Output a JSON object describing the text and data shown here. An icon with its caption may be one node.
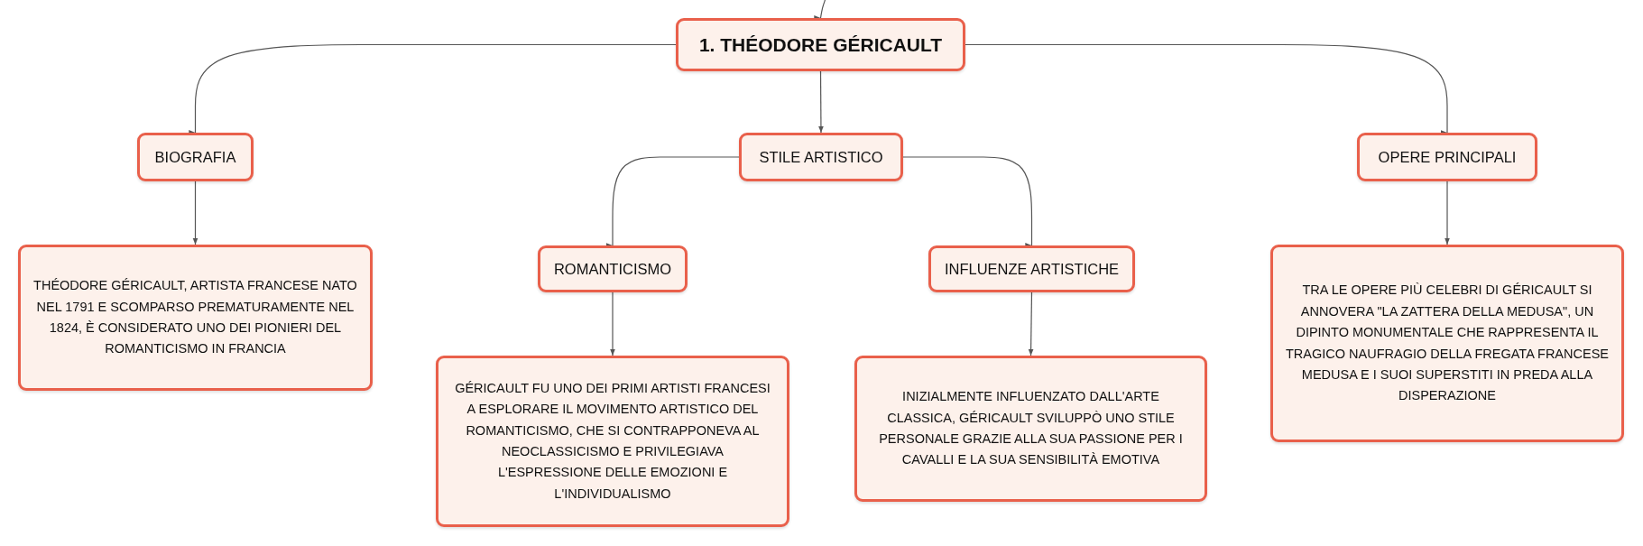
{
  "diagram": {
    "nodes": [
      {
        "text": [
          "1. THÉODORE GÉRICAULT"
        ]
      },
      {
        "text": [
          "BIOGRAFIA"
        ]
      },
      {
        "text": [
          "STILE ARTISTICO"
        ]
      },
      {
        "text": [
          "OPERE PRINCIPALI"
        ]
      },
      {
        "text": [
          "THÉODORE GÉRICAULT, ARTISTA FRANCESE NATO NEL 1791 E SCOMPARSO PREMATURAMENTE NEL 1824, È CONSIDERATO UNO DEI PIONIERI DEL ROMANTICISMO IN FRANCIA"
        ]
      },
      {
        "text": [
          "ROMANTICISMO"
        ]
      },
      {
        "text": [
          "INFLUENZE ARTISTICHE"
        ]
      },
      {
        "text": [
          "GÉRICAULT FU UNO DEI PRIMI ARTISTI FRANCESI A ESPLORARE IL MOVIMENTO ARTISTICO DEL ROMANTICISMO, CHE SI CONTRAPPONEVA AL NEOCLASSICISMO E PRIVILEGIAVA L'ESPRESSIONE DELLE EMOZIONI E L'INDIVIDUALISMO"
        ]
      },
      {
        "text": [
          "INIZIALMENTE INFLUENZATO DALL'ARTE CLASSICA, GÉRICAULT SVILUPPÒ UNO STILE PERSONALE GRAZIE ALLA SUA PASSIONE PER I CAVALLI E LA SUA SENSIBILITÀ EMOTIVA"
        ]
      },
      {
        "text": [
          "TRA LE OPERE PIÙ CELEBRI DI GÉRICAULT SI ANNOVERA \"LA ZATTERA DELLA MEDUSA\", UN DIPINTO MONUMENTALE CHE RAPPRESENTA IL TRAGICO NAUFRAGIO DELLA FREGATA FRANCESE MEDUSA E I SUOI SUPERSTITI IN PREDA ALLA DISPERAZIONE"
        ]
      }
    ],
    "edges": [
      {
        "from": null,
        "to": 0,
        "arrow": "to"
      },
      {
        "from": 0,
        "to": 1,
        "arrow": "to"
      },
      {
        "from": 0,
        "to": 2,
        "arrow": "to"
      },
      {
        "from": 0,
        "to": 3,
        "arrow": "to"
      },
      {
        "from": 1,
        "to": 4,
        "arrow": "to"
      },
      {
        "from": 2,
        "to": 5,
        "arrow": "to"
      },
      {
        "from": 2,
        "to": 6,
        "arrow": "to"
      },
      {
        "from": 5,
        "to": 7,
        "arrow": "to"
      },
      {
        "from": 6,
        "to": 8,
        "arrow": "to"
      },
      {
        "from": 3,
        "to": 9,
        "arrow": "to"
      }
    ]
  }
}
